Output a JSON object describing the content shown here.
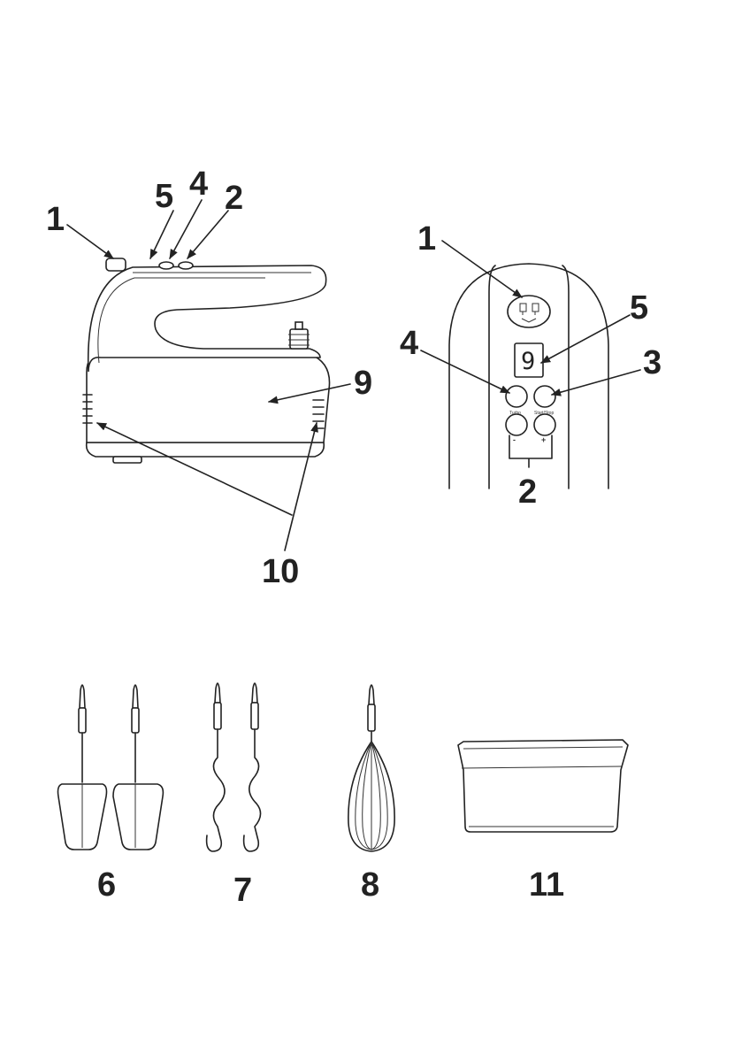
{
  "colors": {
    "ink": "#222222",
    "paper": "#ffffff"
  },
  "side_view": {
    "callouts": {
      "c1": "1",
      "c5": "5",
      "c4": "4",
      "c2": "2",
      "c9": "9",
      "c10": "10"
    }
  },
  "panel_view": {
    "callouts": {
      "c1": "1",
      "c5": "5",
      "c4": "4",
      "c3": "3",
      "c2": "2"
    },
    "display_value": "9",
    "button_turbo_label": "Turbo",
    "button_startstop_label": "Start/Stop",
    "button_minus_label": "-",
    "button_plus_label": "+"
  },
  "accessories": {
    "beaters_label": "6",
    "dough_hooks_label": "7",
    "whisk_label": "8",
    "storage_box_label": "11"
  }
}
